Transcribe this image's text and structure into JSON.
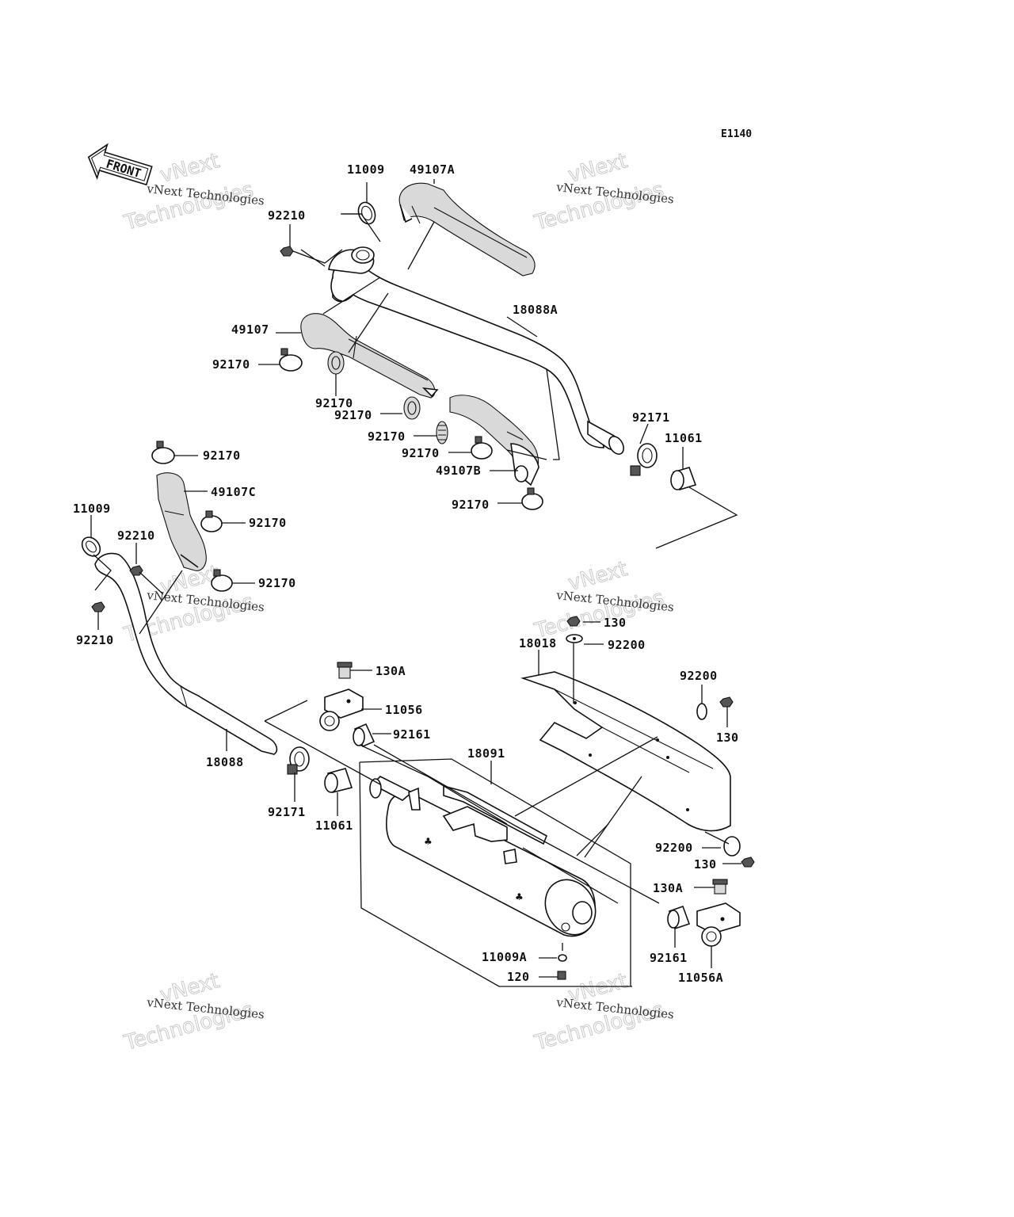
{
  "diagram": {
    "code": "E1140",
    "front_arrow_label": "FRONT",
    "watermark": {
      "line1": "vNext Technologies",
      "line2": "Technologies",
      "line3": "vNext"
    },
    "parts": [
      {
        "id": "p11009_top",
        "number": "11009"
      },
      {
        "id": "p49107A",
        "number": "49107A"
      },
      {
        "id": "p92210_top",
        "number": "92210"
      },
      {
        "id": "p18088A",
        "number": "18088A"
      },
      {
        "id": "p49107",
        "number": "49107"
      },
      {
        "id": "p92170_a",
        "number": "92170"
      },
      {
        "id": "p92170_b",
        "number": "92170"
      },
      {
        "id": "p92170_c",
        "number": "92170"
      },
      {
        "id": "p92170_d",
        "number": "92170"
      },
      {
        "id": "p92170_e",
        "number": "92170"
      },
      {
        "id": "p49107B",
        "number": "49107B"
      },
      {
        "id": "p92170_f",
        "number": "92170"
      },
      {
        "id": "p92171_top",
        "number": "92171"
      },
      {
        "id": "p11061_top",
        "number": "11061"
      },
      {
        "id": "p92170_g",
        "number": "92170"
      },
      {
        "id": "p49107C",
        "number": "49107C"
      },
      {
        "id": "p11009_left",
        "number": "11009"
      },
      {
        "id": "p92210_mid",
        "number": "92210"
      },
      {
        "id": "p92170_h",
        "number": "92170"
      },
      {
        "id": "p92170_i",
        "number": "92170"
      },
      {
        "id": "p92210_low",
        "number": "92210"
      },
      {
        "id": "p130_top",
        "number": "130"
      },
      {
        "id": "p18018",
        "number": "18018"
      },
      {
        "id": "p92200_top",
        "number": "92200"
      },
      {
        "id": "p130A_left",
        "number": "130A"
      },
      {
        "id": "p92200_right",
        "number": "92200"
      },
      {
        "id": "p11056",
        "number": "11056"
      },
      {
        "id": "p130_right",
        "number": "130"
      },
      {
        "id": "p92161_left",
        "number": "92161"
      },
      {
        "id": "p18091",
        "number": "18091"
      },
      {
        "id": "p18088",
        "number": "18088"
      },
      {
        "id": "p92171_low",
        "number": "92171"
      },
      {
        "id": "p11061_low",
        "number": "11061"
      },
      {
        "id": "p92200_low",
        "number": "92200"
      },
      {
        "id": "p130_low",
        "number": "130"
      },
      {
        "id": "p130A_right",
        "number": "130A"
      },
      {
        "id": "p92161_right",
        "number": "92161"
      },
      {
        "id": "p11009A",
        "number": "11009A"
      },
      {
        "id": "p11056A",
        "number": "11056A"
      },
      {
        "id": "p120",
        "number": "120"
      }
    ]
  }
}
